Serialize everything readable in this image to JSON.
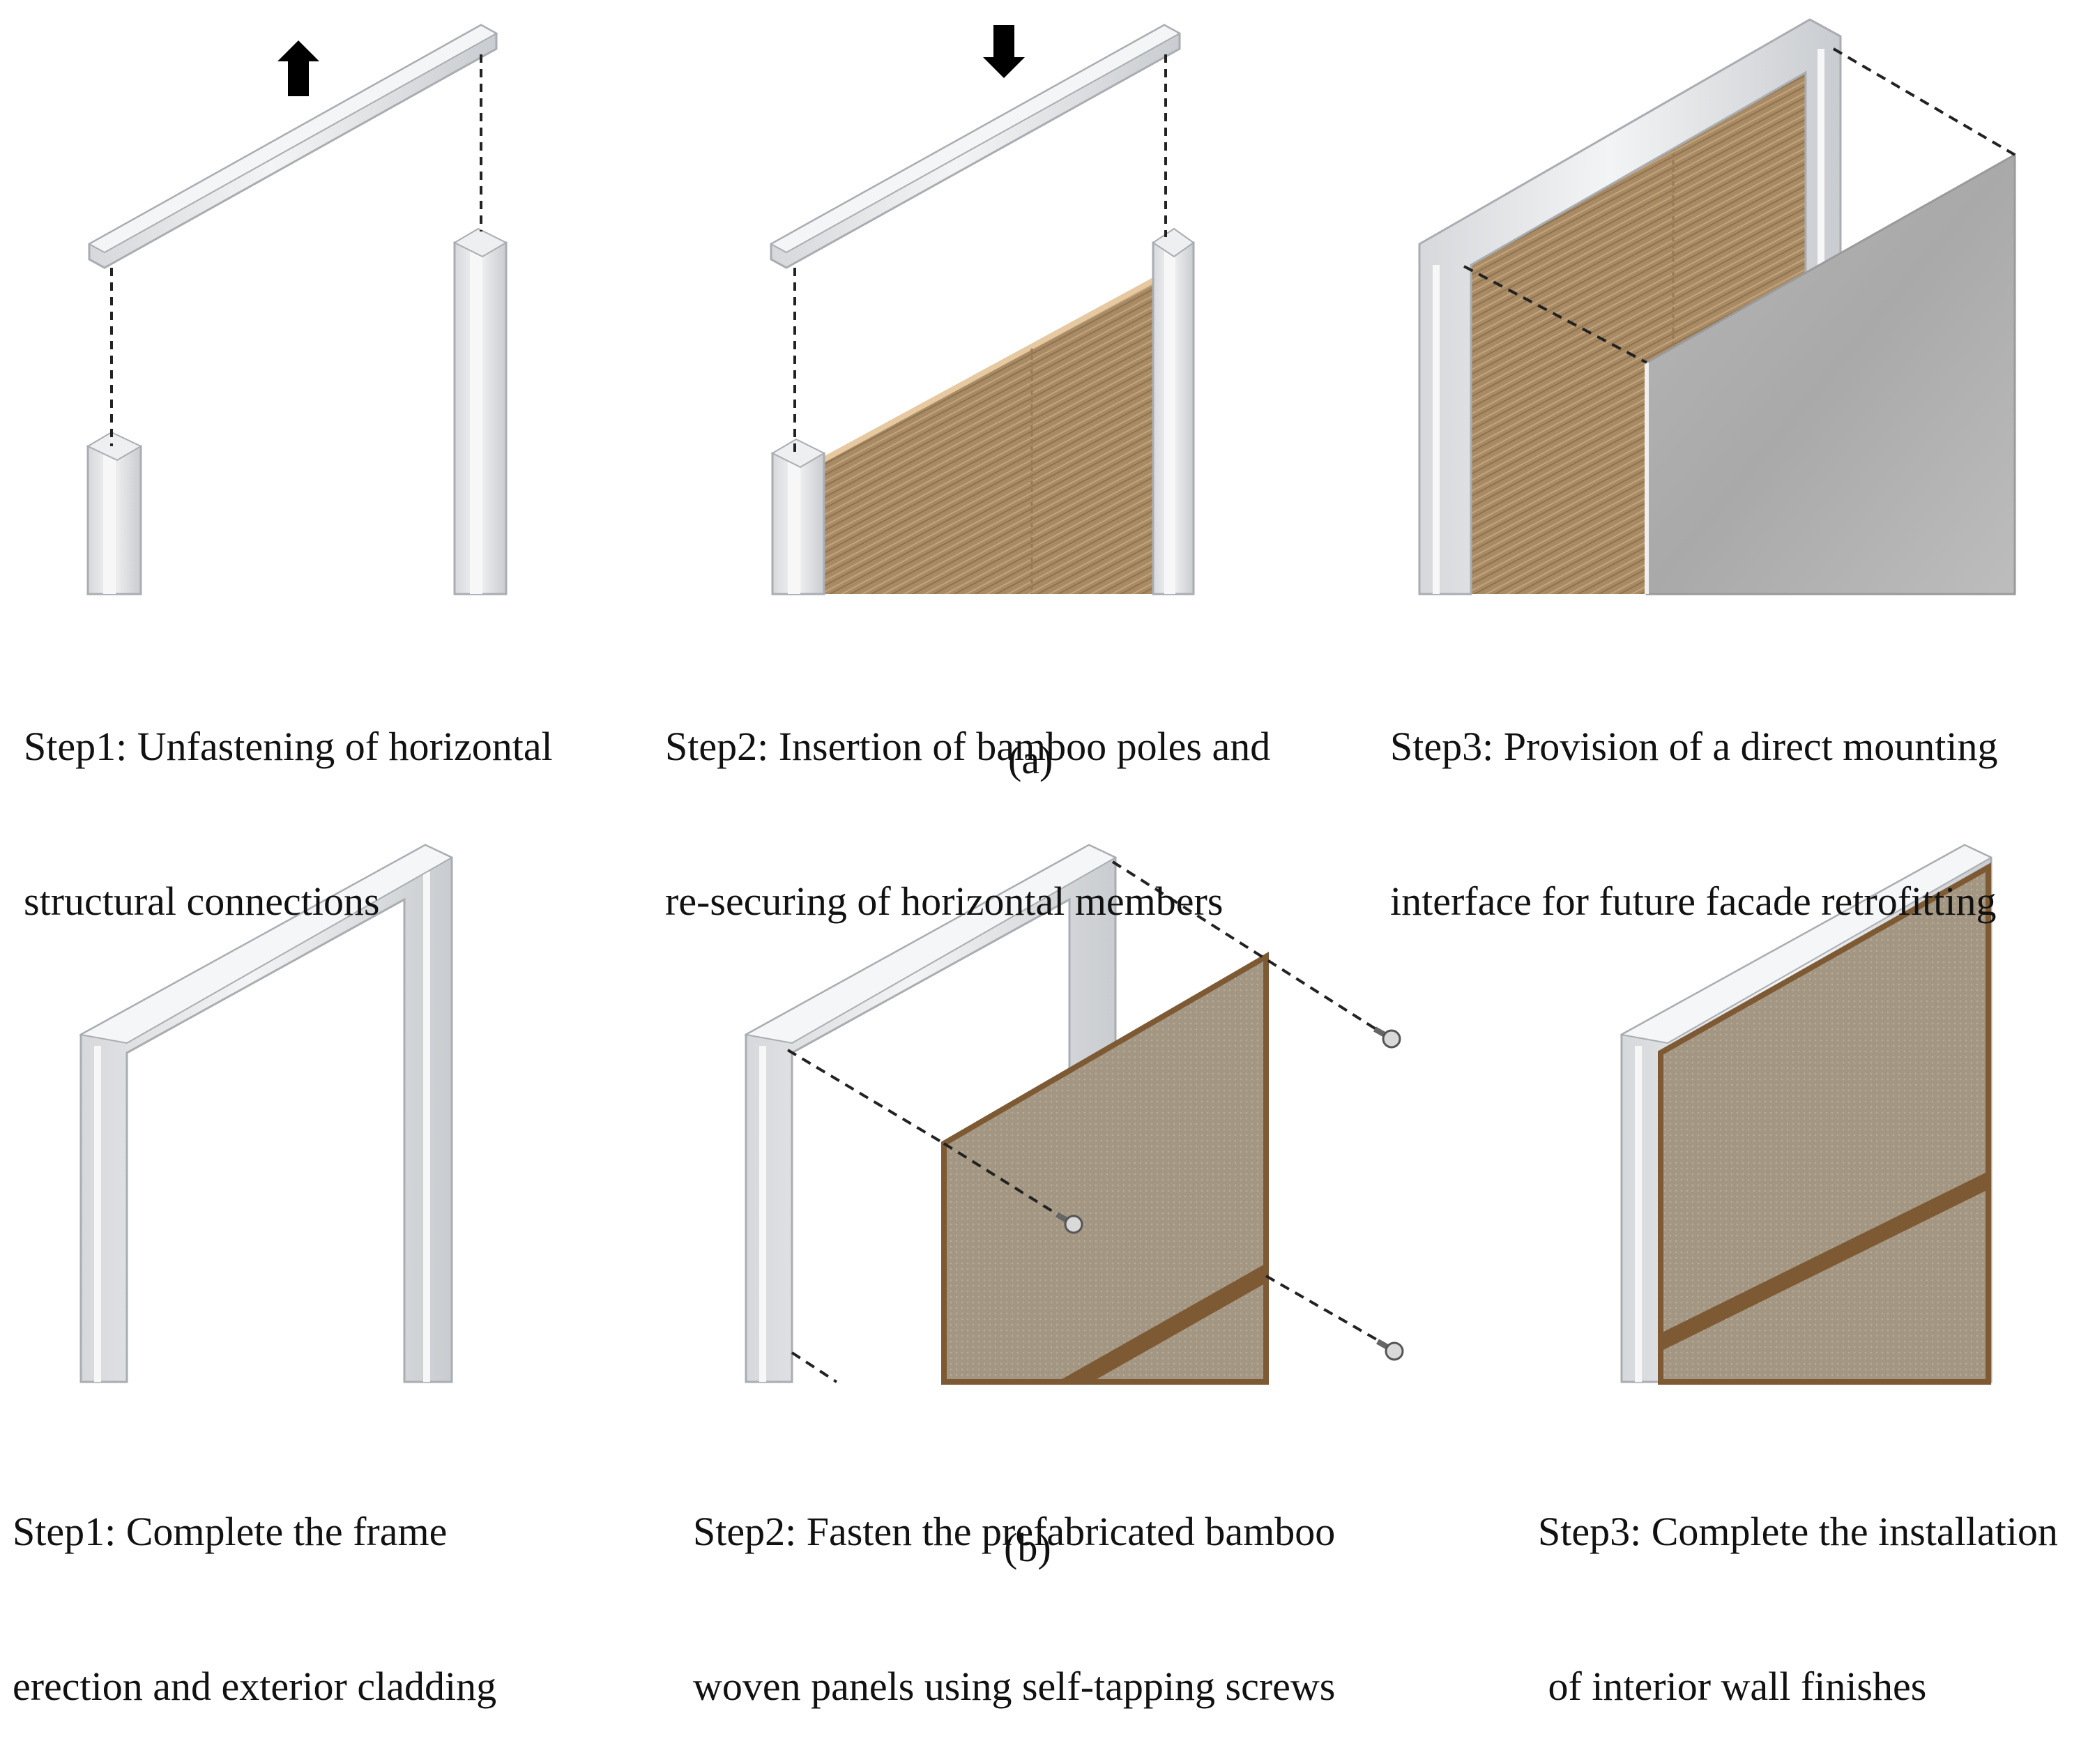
{
  "colors": {
    "frame": "#e6e7e9",
    "frame_dark": "#b9bcc0",
    "bamboo": "#a88a64",
    "bamboo_edge": "#8c6a3e",
    "panel": "#a39682",
    "panel_edge": "#7d5a33",
    "stone": "#b3b3b3",
    "dash": "#222222"
  },
  "icons": {
    "up_arrow": "up-arrow-icon",
    "down_arrow": "down-arrow-icon",
    "screw": "screw-icon"
  },
  "panels": {
    "a": {
      "label": "(a)",
      "steps": [
        {
          "line1": "Step1: Unfastening of horizontal",
          "line2": "structural connections"
        },
        {
          "line1": "Step2: Insertion of bamboo poles and",
          "line2": "re-securing of horizontal members"
        },
        {
          "line1": "Step3: Provision of a direct mounting",
          "line2": "interface for future facade retrofitting"
        }
      ]
    },
    "b": {
      "label": "(b)",
      "steps": [
        {
          "line1": "Step1: Complete the frame",
          "line2": "erection and exterior cladding"
        },
        {
          "line1": "Step2: Fasten the prefabricated bamboo",
          "line2": "woven panels using self-tapping screws"
        },
        {
          "line1": "Step3: Complete the installation",
          "line2": " of interior wall finishes"
        }
      ]
    }
  }
}
